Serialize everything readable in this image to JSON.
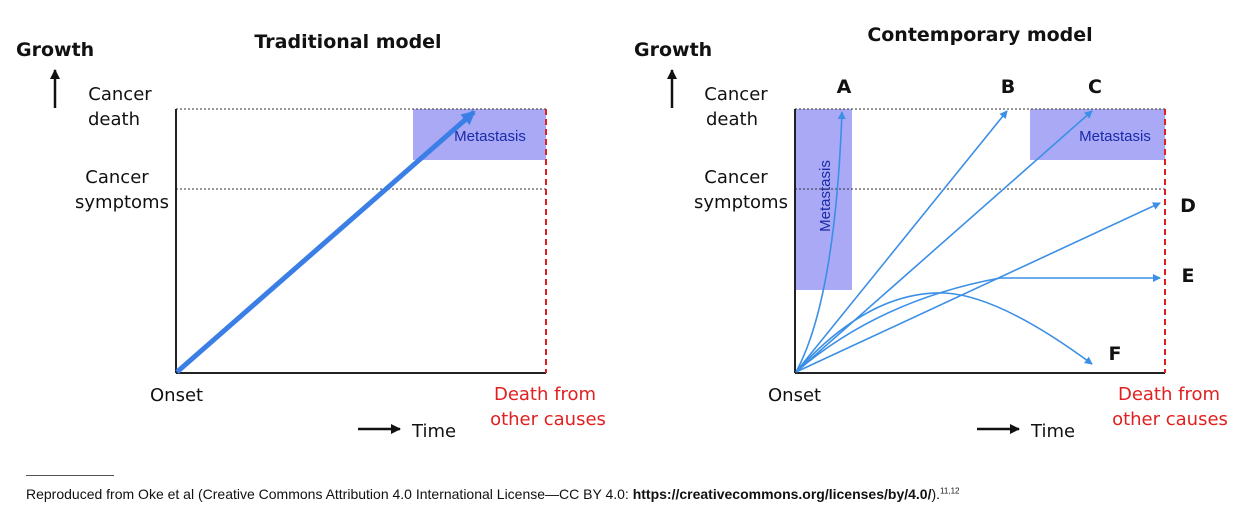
{
  "colors": {
    "arrow": "#3b8fe6",
    "metastasis_fill": "#a9a9f5",
    "death_line": "#e02020"
  },
  "left": {
    "title": "Traditional model",
    "y_axis": "Growth",
    "level_death": [
      "Cancer",
      "death"
    ],
    "level_symptoms": [
      "Cancer",
      "symptoms"
    ],
    "onset": "Onset",
    "time": "Time",
    "death_other": [
      "Death from",
      "other causes"
    ],
    "metastasis": "Metastasis"
  },
  "right": {
    "title": "Contemporary model",
    "y_axis": "Growth",
    "level_death": [
      "Cancer",
      "death"
    ],
    "level_symptoms": [
      "Cancer",
      "symptoms"
    ],
    "onset": "Onset",
    "time": "Time",
    "death_other": [
      "Death from",
      "other causes"
    ],
    "metastasis_vertical": "Metastasis",
    "metastasis": "Metastasis",
    "trajectories": [
      "A",
      "B",
      "C",
      "D",
      "E",
      "F"
    ]
  },
  "footer": {
    "text": "Reproduced from Oke et al (Creative Commons Attribution 4.0 International License—CC BY 4.0: ",
    "link": "https://creativecommons.org/licenses/by/4.0/",
    "end": ").",
    "refs": "11,12"
  }
}
